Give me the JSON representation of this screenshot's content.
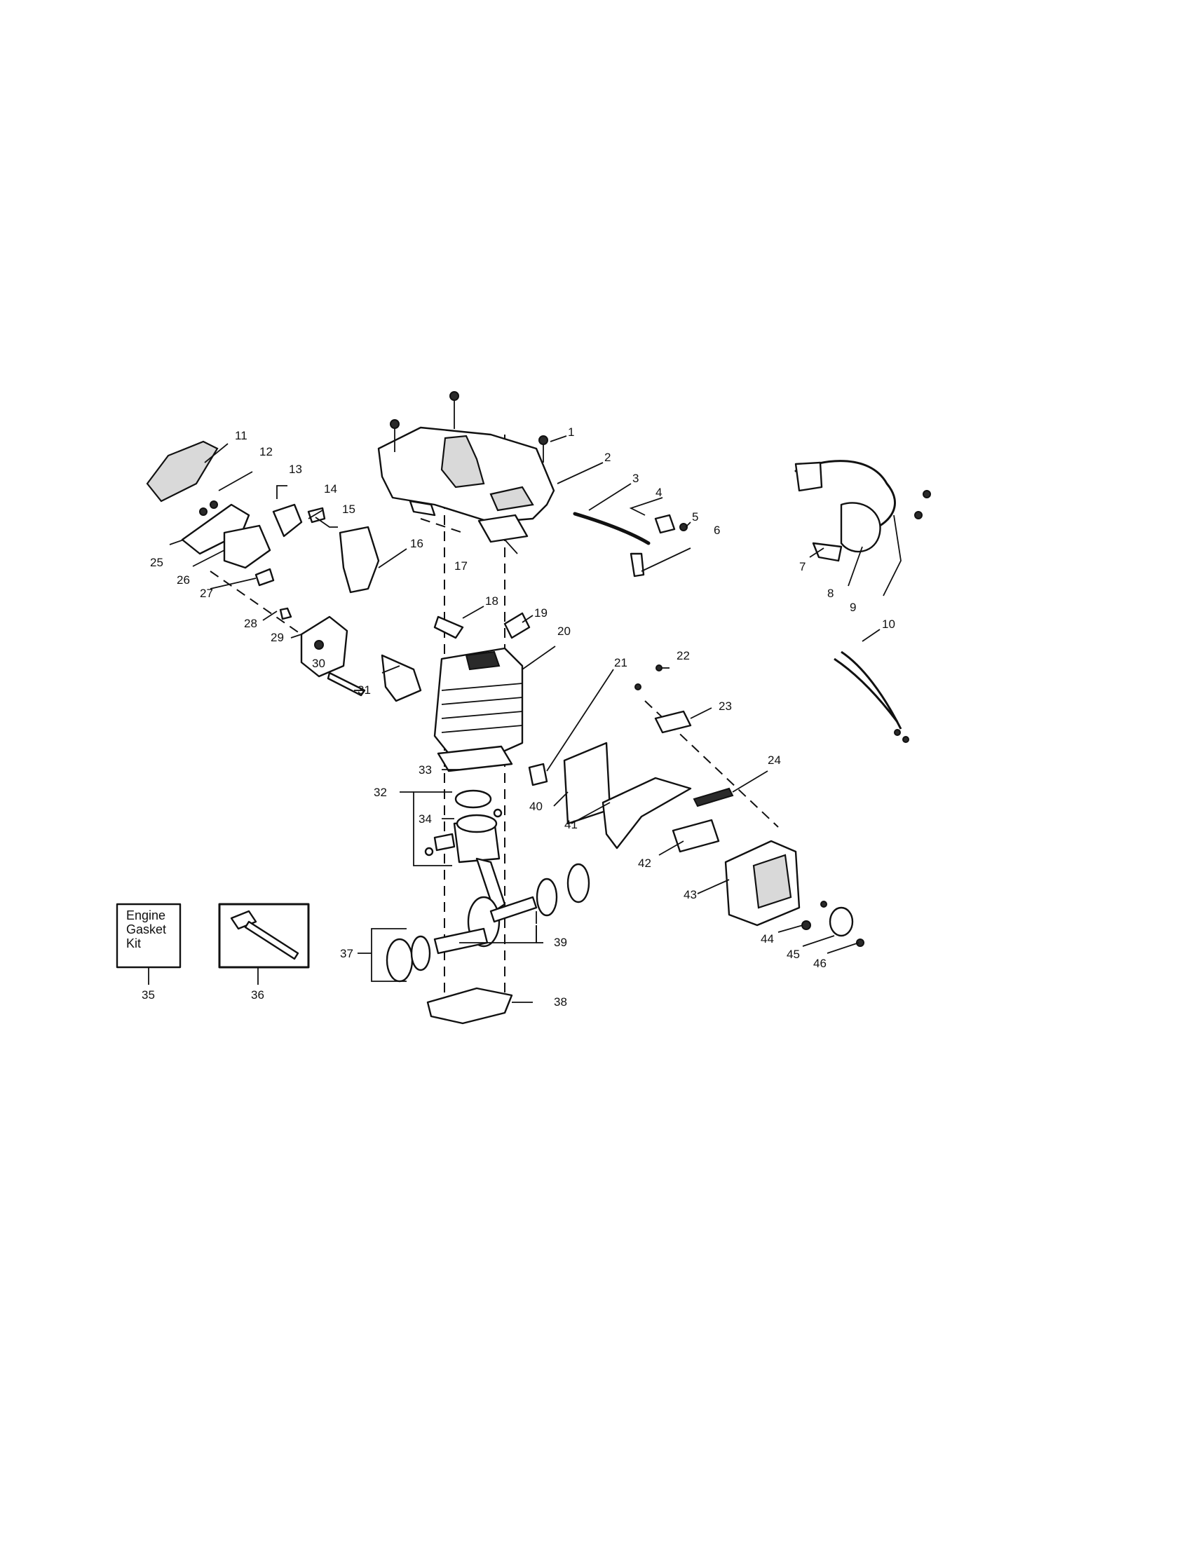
{
  "callouts": [
    "1",
    "2",
    "3",
    "4",
    "5",
    "6",
    "7",
    "8",
    "9",
    "10",
    "11",
    "12",
    "13",
    "14",
    "15",
    "16",
    "17",
    "18",
    "19",
    "20",
    "21",
    "22",
    "23",
    "24",
    "25",
    "26",
    "27",
    "28",
    "29",
    "30",
    "31",
    "32",
    "33",
    "34",
    "35",
    "36",
    "37",
    "38",
    "39",
    "40",
    "41",
    "42",
    "43",
    "44",
    "45",
    "46"
  ],
  "kit_box": {
    "line1": "Engine",
    "line2": "Gasket",
    "line3": "Kit"
  }
}
